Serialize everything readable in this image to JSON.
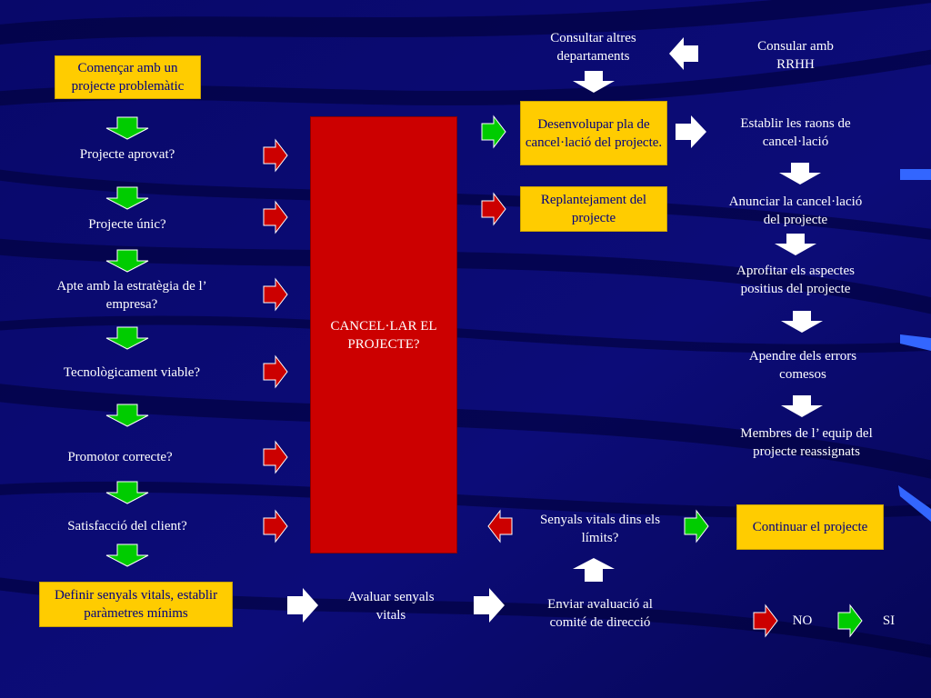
{
  "colors": {
    "background": "#0a0a6e",
    "box_fill": "#ffcc00",
    "box_text": "#000080",
    "cancel_fill": "#cc0000",
    "arrow_yes": "#00cc00",
    "arrow_no": "#cc0000",
    "arrow_flow": "#ffffff"
  },
  "left_column": {
    "start_box": "Començar amb un projecte problemàtic",
    "questions": [
      "Projecte aprovat?",
      "Projecte únic?",
      "Apte amb la estratègia de l’ empresa?",
      "Tecnològicament viable?",
      "Promotor correcte?",
      "Satisfacció del client?"
    ],
    "define_box": "Definir senyals vitals, establir paràmetres mínims"
  },
  "center": {
    "cancel_box": "CANCEL·LAR EL PROJECTE?",
    "evaluate": "Avaluar senyals vitals",
    "send_eval": "Enviar avaluació al comité de direcció",
    "vital_signs": "Senyals vitals dins els límits?",
    "continue_box": "Continuar el projecte"
  },
  "right_column": {
    "consult_depts": "Consultar altres departaments",
    "consult_hr": "Consular amb RRHH",
    "plan_box": "Desenvolupar pla de cancel·lació del projecte.",
    "replan_box": "Replantejament del projecte",
    "steps": [
      "Establir les raons de cancel·lació",
      "Anunciar la cancel·lació del projecte",
      "Aprofitar els aspectes positius del projecte",
      "Apendre dels errors comesos",
      "Membres de l’ equip del projecte reassignats"
    ]
  },
  "legend": {
    "no_label": "NO",
    "yes_label": "SI"
  }
}
